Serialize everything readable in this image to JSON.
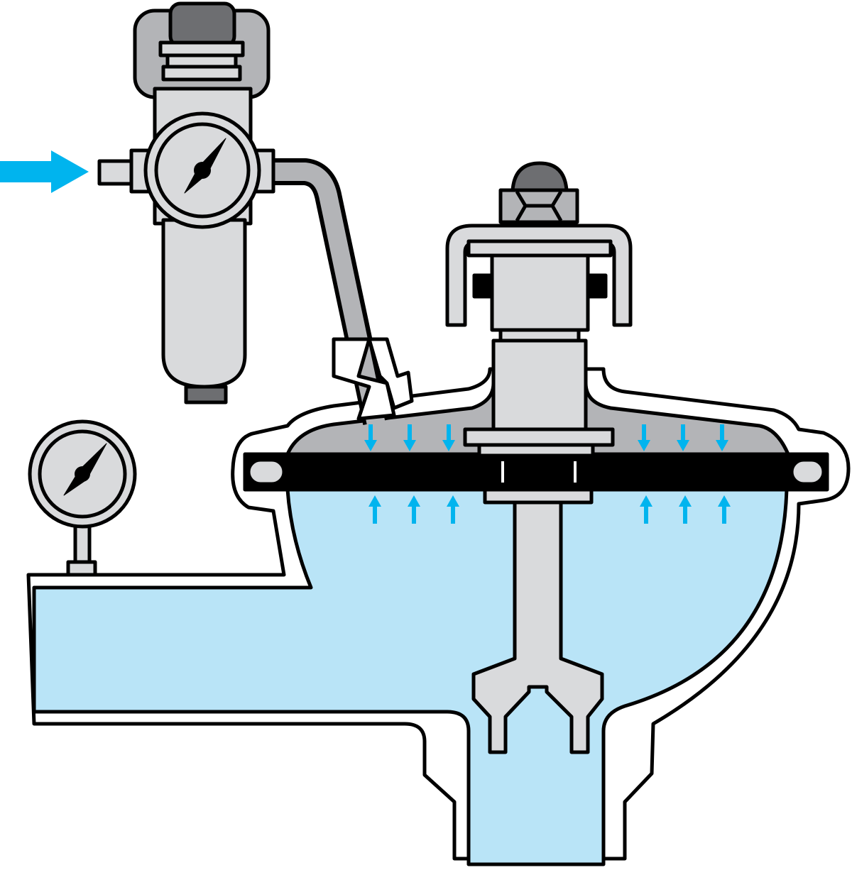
{
  "colors": {
    "fluid": "#b9e4f7",
    "flow_arrow": "#00b4ee",
    "metal_light": "#d9dadc",
    "metal_mid": "#b3b4b7",
    "metal_dark": "#6d6e71",
    "outline": "#000000"
  },
  "components": [
    "air-inlet-arrow",
    "pressure-regulator",
    "regulator-gauge",
    "air-supply-line",
    "diaphragm-valve",
    "diaphragm",
    "valve-stem",
    "valve-plug",
    "line-pressure-gauge",
    "inlet-pipe",
    "outlet-pipe"
  ],
  "icons": [
    "flow-arrow-icon",
    "pressure-down-arrow-icon",
    "pressure-up-arrow-icon",
    "gauge-icon"
  ]
}
